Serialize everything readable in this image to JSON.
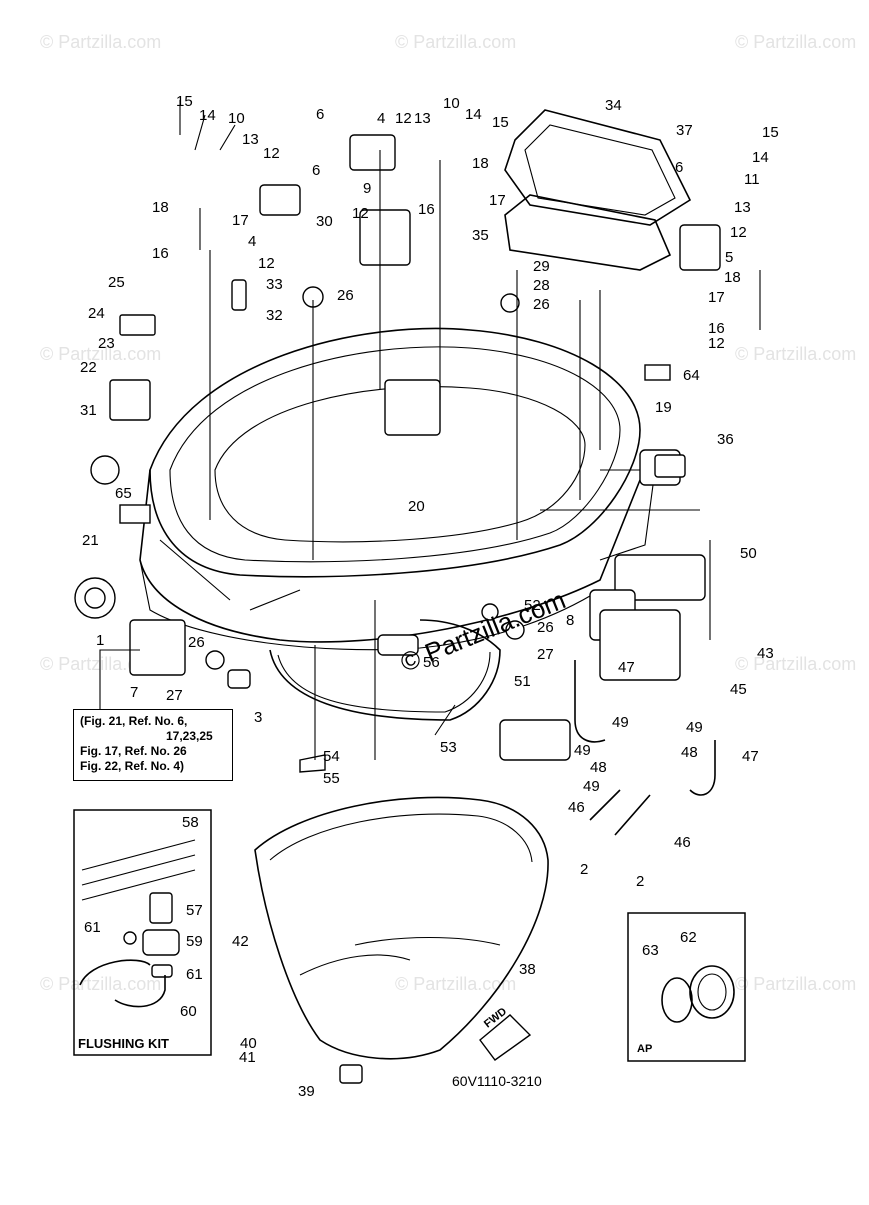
{
  "watermark": "© Partzilla.com",
  "center_watermark": "© Partzilla.com",
  "diagram_code": "60V1110-3210",
  "note_box": {
    "line1": "(Fig. 21, Ref. No. 6,",
    "line2": "17,23,25",
    "line3": "Fig. 17, Ref. No. 26",
    "line4": "Fig. 22, Ref. No. 4)"
  },
  "flushing_kit_label": "FLUSHING KIT",
  "ap_label": "AP",
  "fwd_label": "FWD",
  "callouts": [
    {
      "id": "c15a",
      "text": "15"
    },
    {
      "id": "c14a",
      "text": "14"
    },
    {
      "id": "c10a",
      "text": "10"
    },
    {
      "id": "c13a",
      "text": "13"
    },
    {
      "id": "c12a",
      "text": "12"
    },
    {
      "id": "c6a",
      "text": "6"
    },
    {
      "id": "c18a",
      "text": "18"
    },
    {
      "id": "c17a",
      "text": "17"
    },
    {
      "id": "c4a",
      "text": "4"
    },
    {
      "id": "c12b",
      "text": "12"
    },
    {
      "id": "c16a",
      "text": "16"
    },
    {
      "id": "c30",
      "text": "30"
    },
    {
      "id": "c33",
      "text": "33"
    },
    {
      "id": "c32",
      "text": "32"
    },
    {
      "id": "c26a",
      "text": "26"
    },
    {
      "id": "c25",
      "text": "25"
    },
    {
      "id": "c24",
      "text": "24"
    },
    {
      "id": "c23",
      "text": "23"
    },
    {
      "id": "c22",
      "text": "22"
    },
    {
      "id": "c31",
      "text": "31"
    },
    {
      "id": "c65",
      "text": "65"
    },
    {
      "id": "c21",
      "text": "21"
    },
    {
      "id": "c1",
      "text": "1"
    },
    {
      "id": "c7",
      "text": "7"
    },
    {
      "id": "c26b",
      "text": "26"
    },
    {
      "id": "c27a",
      "text": "27"
    },
    {
      "id": "c3",
      "text": "3"
    },
    {
      "id": "c6b",
      "text": "6"
    },
    {
      "id": "c4b",
      "text": "4"
    },
    {
      "id": "c12c",
      "text": "12"
    },
    {
      "id": "c13b",
      "text": "13"
    },
    {
      "id": "c10b",
      "text": "10"
    },
    {
      "id": "c14b",
      "text": "14"
    },
    {
      "id": "c15b",
      "text": "15"
    },
    {
      "id": "c18b",
      "text": "18"
    },
    {
      "id": "c9",
      "text": "9"
    },
    {
      "id": "c12d",
      "text": "12"
    },
    {
      "id": "c16b",
      "text": "16"
    },
    {
      "id": "c17b",
      "text": "17"
    },
    {
      "id": "c34",
      "text": "34"
    },
    {
      "id": "c37",
      "text": "37"
    },
    {
      "id": "c15c",
      "text": "15"
    },
    {
      "id": "c14c",
      "text": "14"
    },
    {
      "id": "c11",
      "text": "11"
    },
    {
      "id": "c6c",
      "text": "6"
    },
    {
      "id": "c13c",
      "text": "13"
    },
    {
      "id": "c12e",
      "text": "12"
    },
    {
      "id": "c5",
      "text": "5"
    },
    {
      "id": "c18c",
      "text": "18"
    },
    {
      "id": "c17c",
      "text": "17"
    },
    {
      "id": "c16c",
      "text": "16"
    },
    {
      "id": "c12f",
      "text": "12"
    },
    {
      "id": "c35",
      "text": "35"
    },
    {
      "id": "c29",
      "text": "29"
    },
    {
      "id": "c28",
      "text": "28"
    },
    {
      "id": "c26c",
      "text": "26"
    },
    {
      "id": "c64",
      "text": "64"
    },
    {
      "id": "c19",
      "text": "19"
    },
    {
      "id": "c36",
      "text": "36"
    },
    {
      "id": "c20",
      "text": "20"
    },
    {
      "id": "c50",
      "text": "50"
    },
    {
      "id": "c52",
      "text": "52"
    },
    {
      "id": "c26d",
      "text": "26"
    },
    {
      "id": "c27b",
      "text": "27"
    },
    {
      "id": "c56",
      "text": "56"
    },
    {
      "id": "c8",
      "text": "8"
    },
    {
      "id": "c43",
      "text": "43"
    },
    {
      "id": "c47a",
      "text": "47"
    },
    {
      "id": "c45",
      "text": "45"
    },
    {
      "id": "c51",
      "text": "51"
    },
    {
      "id": "c53",
      "text": "53"
    },
    {
      "id": "c49a",
      "text": "49"
    },
    {
      "id": "c49b",
      "text": "49"
    },
    {
      "id": "c48a",
      "text": "48"
    },
    {
      "id": "c48b",
      "text": "48"
    },
    {
      "id": "c49c",
      "text": "49"
    },
    {
      "id": "c47b",
      "text": "47"
    },
    {
      "id": "c49d",
      "text": "49"
    },
    {
      "id": "c46a",
      "text": "46"
    },
    {
      "id": "c46b",
      "text": "46"
    },
    {
      "id": "c2a",
      "text": "2"
    },
    {
      "id": "c2b",
      "text": "2"
    },
    {
      "id": "c54",
      "text": "54"
    },
    {
      "id": "c55",
      "text": "55"
    },
    {
      "id": "c58",
      "text": "58"
    },
    {
      "id": "c57",
      "text": "57"
    },
    {
      "id": "c61a",
      "text": "61"
    },
    {
      "id": "c59",
      "text": "59"
    },
    {
      "id": "c61b",
      "text": "61"
    },
    {
      "id": "c60",
      "text": "60"
    },
    {
      "id": "c42",
      "text": "42"
    },
    {
      "id": "c38",
      "text": "38"
    },
    {
      "id": "c40",
      "text": "40"
    },
    {
      "id": "c41",
      "text": "41"
    },
    {
      "id": "c39",
      "text": "39"
    },
    {
      "id": "c63",
      "text": "63"
    },
    {
      "id": "c62",
      "text": "62"
    }
  ]
}
